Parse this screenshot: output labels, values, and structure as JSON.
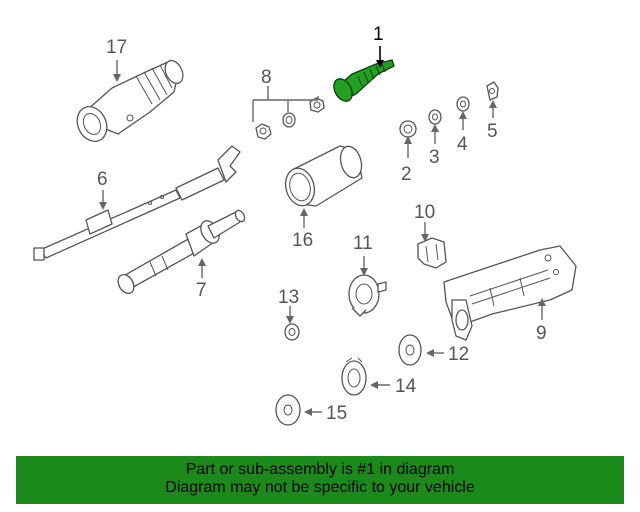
{
  "callouts": {
    "p1": "1",
    "p2": "2",
    "p3": "3",
    "p4": "4",
    "p5": "5",
    "p6": "6",
    "p7": "7",
    "p8": "8",
    "p9": "9",
    "p10": "10",
    "p11": "11",
    "p12": "12",
    "p13": "13",
    "p14": "14",
    "p15": "15",
    "p16": "16",
    "p17": "17"
  },
  "banner": {
    "line1": "Part or sub-assembly is #1 in diagram",
    "line2": "Diagram may not be specific to your vehicle"
  },
  "colors": {
    "highlight_part": "#22a022",
    "banner_background": "#1b8a1b",
    "line_art": "#555555"
  }
}
